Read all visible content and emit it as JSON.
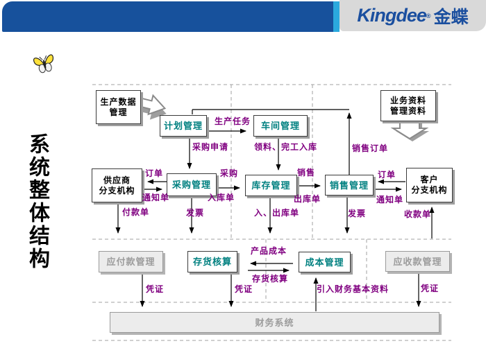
{
  "header": {
    "brand_en": "Kingdee",
    "brand_mark": "®",
    "brand_cn": "金蝶",
    "bar_color": "#17519c",
    "accent_color": "#2ba9de",
    "brand_color": "#1b4f9f"
  },
  "sidebar_title": "系统整体结构",
  "icons": {
    "butterfly": "butterfly-icon",
    "flow_right": "block-arrow-right-icon",
    "flow_down": "block-arrow-down-icon"
  },
  "diagram": {
    "colors": {
      "module_text": "#008080",
      "entity_text": "#000000",
      "disabled_text": "#9c9c9c",
      "flow_label": "#800080",
      "dashed_line": "#a0a0a0"
    },
    "nodes": {
      "production_data": {
        "label": "生产数据\n管理"
      },
      "plan": {
        "label": "计划管理"
      },
      "workshop": {
        "label": "车间管理"
      },
      "biz_data": {
        "label": "业务资料\n管理资料"
      },
      "supplier": {
        "label": "供应商\n分支机构"
      },
      "purchase": {
        "label": "采购管理"
      },
      "inventory": {
        "label": "库存管理"
      },
      "sales": {
        "label": "销售管理"
      },
      "customer": {
        "label": "客户\n分支机构"
      },
      "ap": {
        "label": "应付款管理"
      },
      "inv_acct": {
        "label": "存货核算"
      },
      "cost": {
        "label": "成本管理"
      },
      "ar": {
        "label": "应收款管理"
      },
      "finance": {
        "label": "财务系统"
      }
    },
    "edge_labels": {
      "production_task": "生产任务",
      "purchase_request": "采购申请",
      "material_completion": "领料、完工入库",
      "sales_order": "销售订单",
      "order_left": "订单",
      "notice_left": "通知单",
      "purchase_in": "采购",
      "warehouse_in": "入库单",
      "sales_lbl": "销售",
      "warehouse_out": "出库单",
      "order_right": "订单",
      "notice_right": "通知单",
      "payment": "付款单",
      "invoice_left": "发票",
      "in_out": "入、出库单",
      "invoice_right": "发票",
      "receipt": "收款单",
      "voucher_ap": "凭证",
      "voucher_inv": "凭证",
      "import_finance": "引入财务基本资料",
      "voucher_ar": "凭证",
      "product_cost": "产品成本",
      "inv_accounting": "存货核算"
    }
  }
}
